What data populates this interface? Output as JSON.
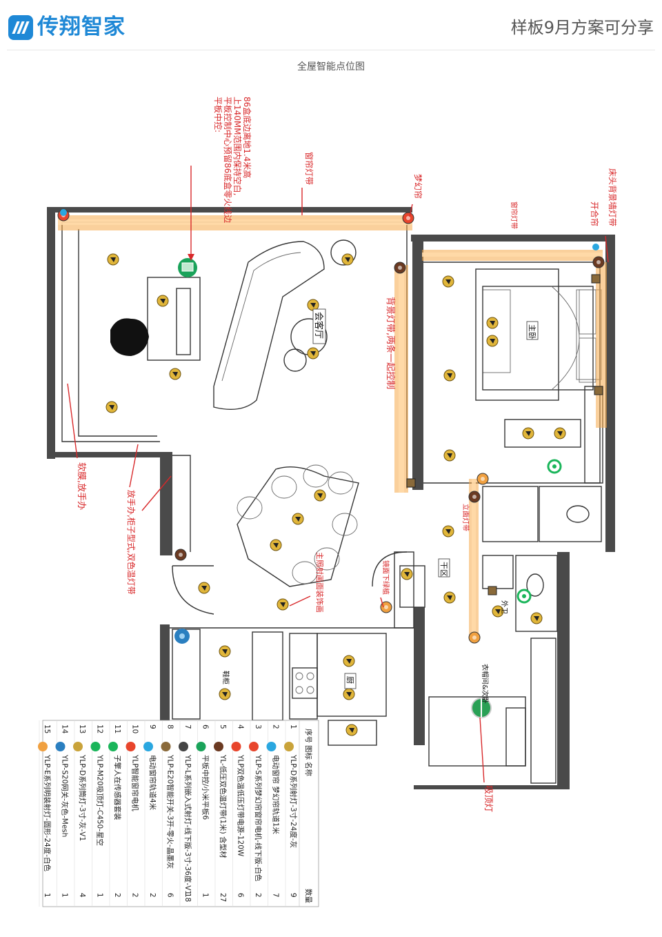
{
  "header": {
    "brand": "传翔智家",
    "right_text": "样板9月方案可分享"
  },
  "document": {
    "title": "全屋智能点位图"
  },
  "annotations": {
    "tablet_note": [
      "平板中控:",
      "平板控制中心预留86底盒零火线边",
      "上140MM范围内保持空白,",
      "86盒底边离地1.4米高"
    ],
    "window_strip": "窗帘灯带",
    "dream_curtain": "梦幻帘",
    "bed_back_strip": "床头背景墙灯带",
    "open_close_curtain": "开合帘",
    "master_window_strip": "窗帘灯带",
    "tv_wall_strip": "背景灯带,两条一起控制",
    "soft_film": "软膜,放手办",
    "display_cabinet": "放手办,柜子型式,双色温灯带",
    "facade_strip": "立面灯带",
    "main_fixture": "主照射画面装饰画",
    "mirror_strip": "镜面下绿植",
    "ceiling_light": "吸顶灯"
  },
  "rooms": {
    "living": "会客厅",
    "master": "主卧",
    "dry": "干区",
    "bath": "外卫",
    "kitchen": "厨",
    "shoe": "鞋柜",
    "cloak": "衣帽间&次卧"
  },
  "legend": {
    "headers": [
      "序号",
      "图标",
      "名称",
      "数量"
    ],
    "rows": [
      {
        "no": "1",
        "name": "YLP-D系列射灯-3寸-24度-灰",
        "qty": "9",
        "icon": "spotlight-icon",
        "color": "#c9a33a"
      },
      {
        "no": "2",
        "name": "电动窗帘 梦幻帘轨道1米",
        "qty": "7",
        "icon": "curtain-track-icon",
        "color": "#2aa7e0"
      },
      {
        "no": "3",
        "name": "YLP-S系列梦幻帘窗帘电机-线下版-白色",
        "qty": "2",
        "icon": "curtain-motor-icon",
        "color": "#e8452c"
      },
      {
        "no": "4",
        "name": "YLP双色温低压灯带电源-120W",
        "qty": "6",
        "icon": "led-power-icon",
        "color": "#e8452c"
      },
      {
        "no": "5",
        "name": "YL-低压双色温灯带(1米) 含型材",
        "qty": "27",
        "icon": "led-strip-icon",
        "color": "#6b3a22"
      },
      {
        "no": "6",
        "name": "平板中控/小米平板6",
        "qty": "1",
        "icon": "tablet-icon",
        "color": "#1aa35a"
      },
      {
        "no": "7",
        "name": "YLP-L系列嵌入式射灯-线下版-3寸-36度-V1",
        "qty": "18",
        "icon": "downlight-icon",
        "color": "#444444"
      },
      {
        "no": "8",
        "name": "YLP-E20智能开关-3开-零火-晶墨灰",
        "qty": "6",
        "icon": "switch-icon",
        "color": "#8a6a3a"
      },
      {
        "no": "9",
        "name": "电动窗帘轨道4米",
        "qty": "2",
        "icon": "rail-icon",
        "color": "#2aa7e0"
      },
      {
        "no": "10",
        "name": "YLP智能窗帘电机",
        "qty": "2",
        "icon": "motor-icon",
        "color": "#e8452c"
      },
      {
        "no": "11",
        "name": "子擎人在传感器套装",
        "qty": "2",
        "icon": "presence-sensor-icon",
        "color": "#1ab55a"
      },
      {
        "no": "12",
        "name": "YLP-M20吸顶灯-C450-星空",
        "qty": "1",
        "icon": "ceiling-lamp-icon",
        "color": "#1ab55a"
      },
      {
        "no": "13",
        "name": "YLP-D系列筒灯-3寸-灰-V1",
        "qty": "4",
        "icon": "can-light-icon",
        "color": "#c9a33a"
      },
      {
        "no": "14",
        "name": "YLP-S20网关-灰色-Mesh",
        "qty": "1",
        "icon": "gateway-icon",
        "color": "#2a7fc0"
      },
      {
        "no": "15",
        "name": "YLP-E系列明装射灯-圆形-24度-白色",
        "qty": "1",
        "icon": "surface-spot-icon",
        "color": "#f0a040"
      }
    ]
  }
}
